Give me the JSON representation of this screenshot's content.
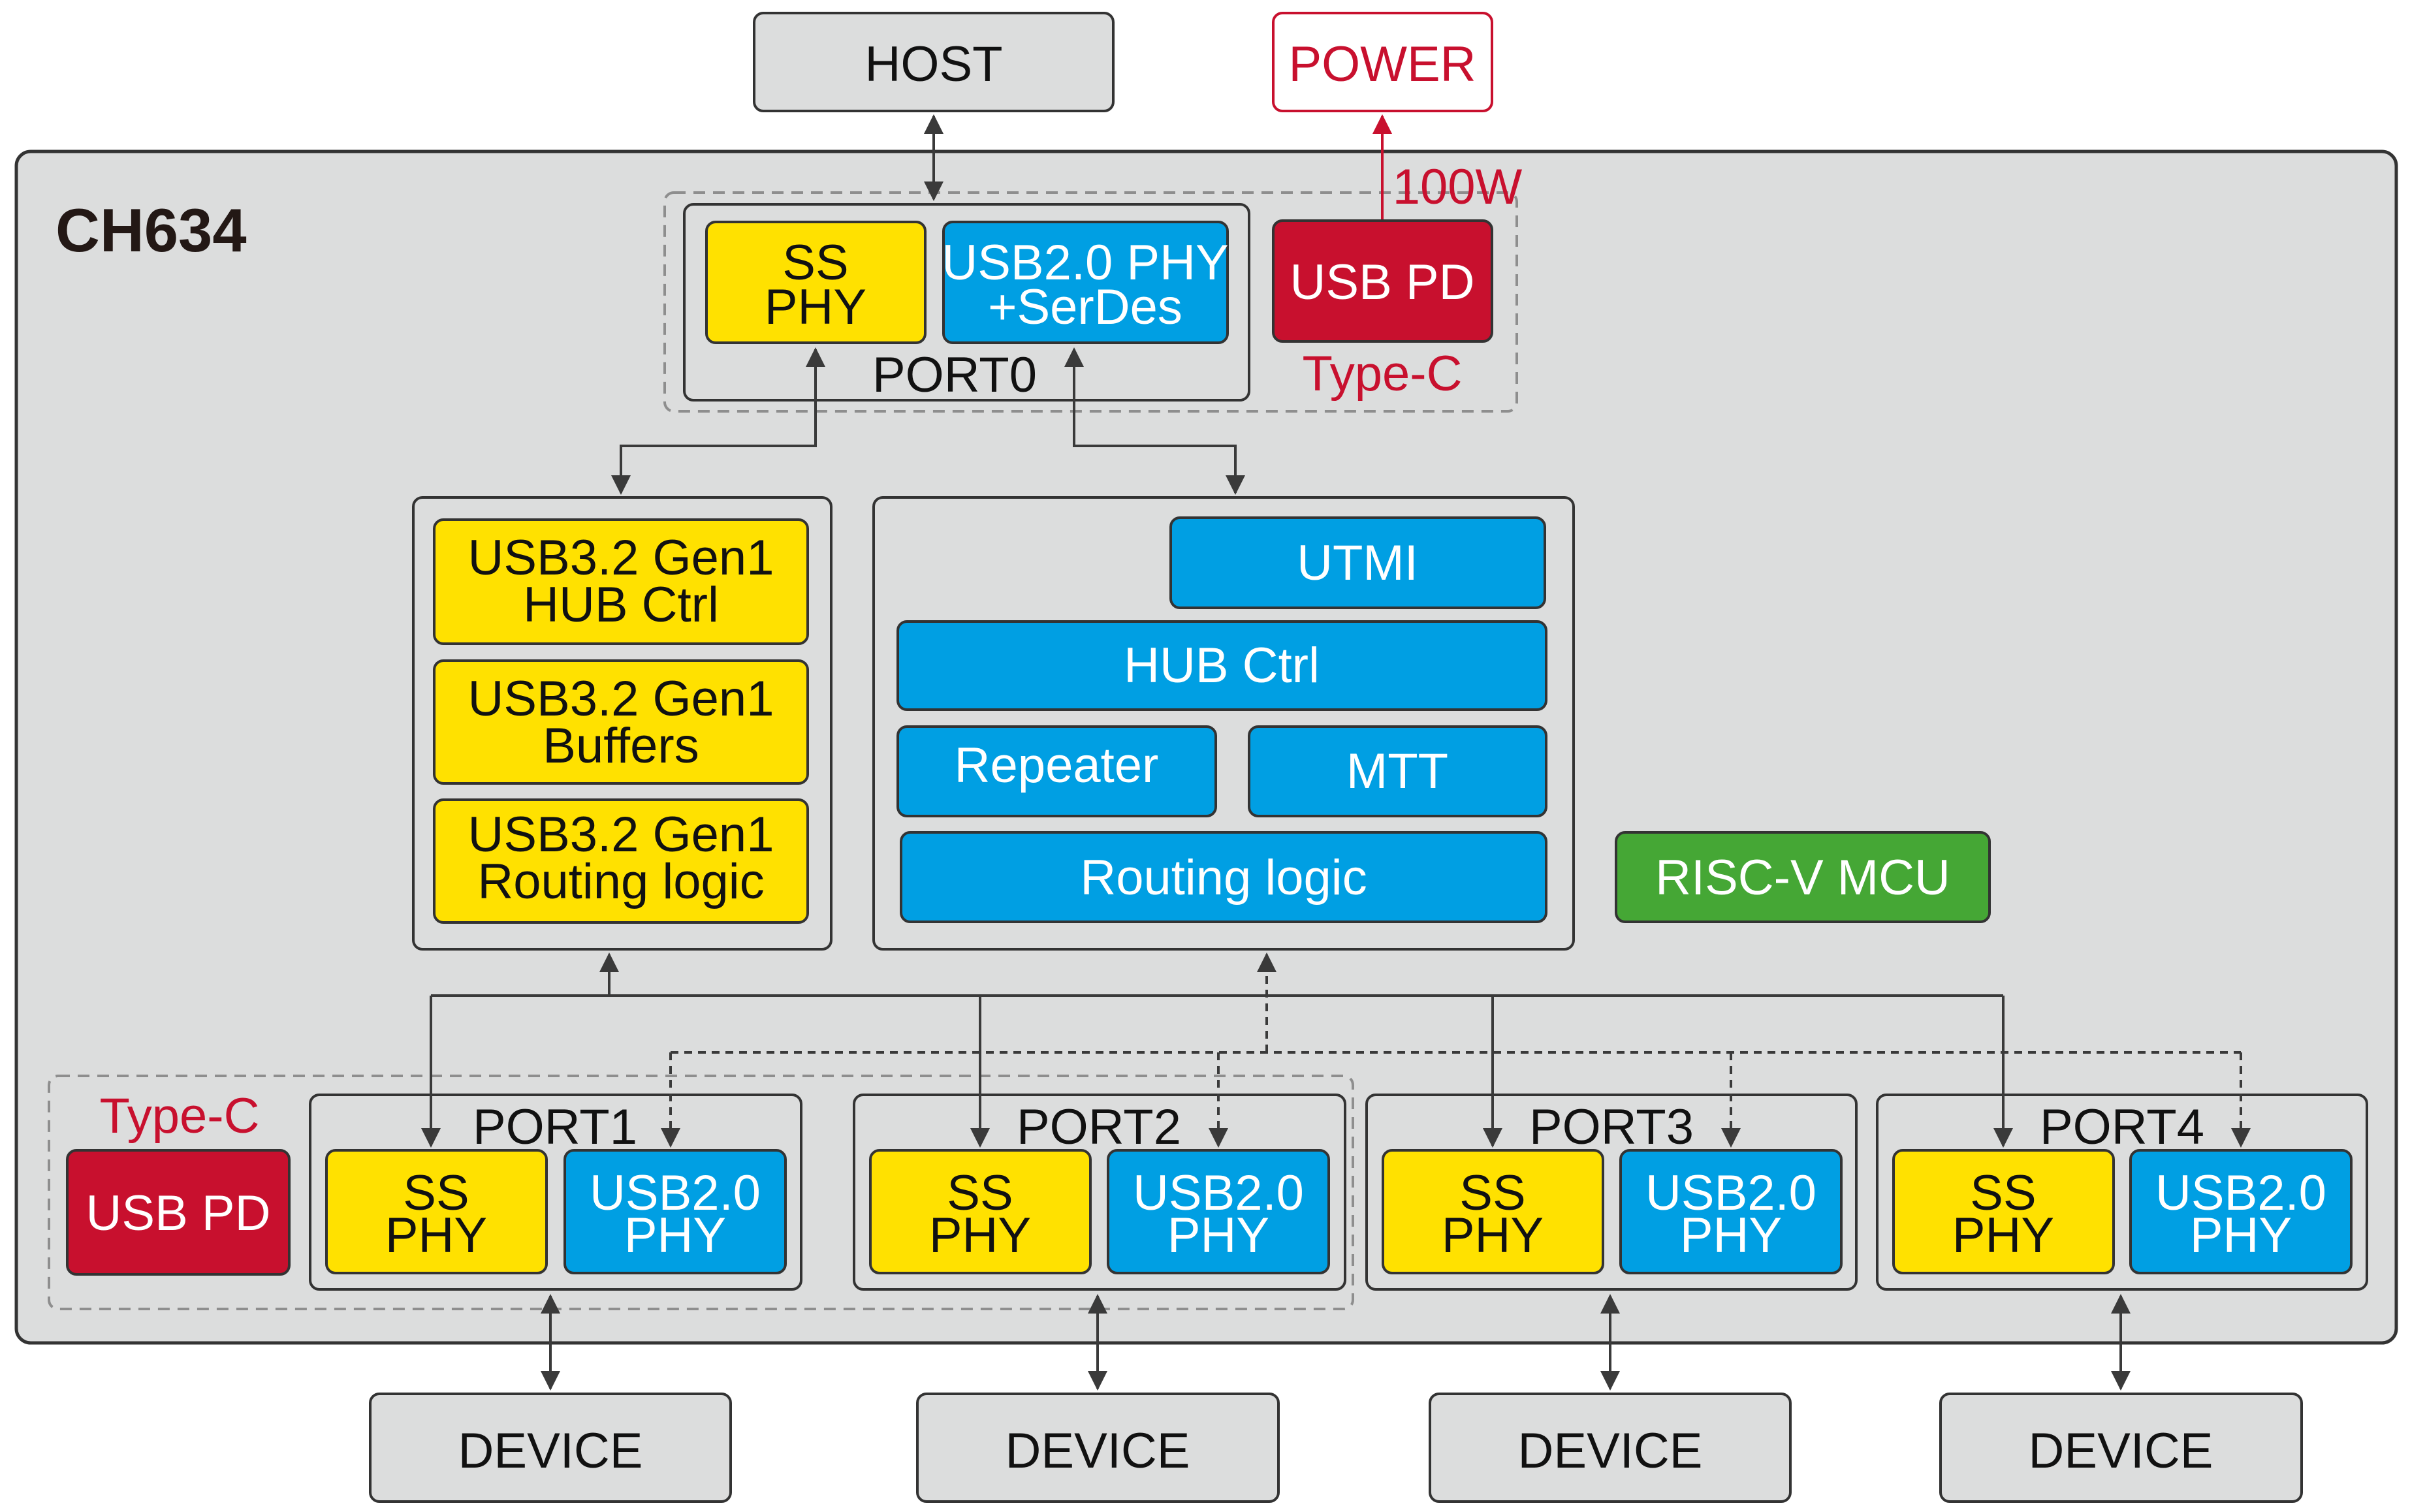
{
  "chip": {
    "name": "CH634"
  },
  "host": {
    "label": "HOST"
  },
  "power": {
    "label": "POWER",
    "rating": "100W"
  },
  "upstream": {
    "port_label": "PORT0",
    "ss_phy": [
      "SS",
      "PHY"
    ],
    "usb2_phy": [
      "USB2.0 PHY",
      "+SerDes"
    ],
    "usb_pd": "USB PD",
    "connector": "Type-C"
  },
  "ss_block": {
    "hub_ctrl": [
      "USB3.2 Gen1",
      "HUB Ctrl"
    ],
    "buffers": [
      "USB3.2 Gen1",
      "Buffers"
    ],
    "routing": [
      "USB3.2 Gen1",
      "Routing logic"
    ]
  },
  "hs_block": {
    "utmi": "UTMI",
    "hub_ctrl": "HUB Ctrl",
    "repeater": "Repeater",
    "mtt": "MTT",
    "routing": "Routing logic"
  },
  "mcu": {
    "label": "RISC-V MCU"
  },
  "downstream": {
    "connector": "Type-C",
    "usb_pd": "USB PD",
    "ports": [
      {
        "label": "PORT1",
        "ss_phy": [
          "SS",
          "PHY"
        ],
        "usb2_phy": [
          "USB2.0",
          "PHY"
        ],
        "device": "DEVICE"
      },
      {
        "label": "PORT2",
        "ss_phy": [
          "SS",
          "PHY"
        ],
        "usb2_phy": [
          "USB2.0",
          "PHY"
        ],
        "device": "DEVICE"
      },
      {
        "label": "PORT3",
        "ss_phy": [
          "SS",
          "PHY"
        ],
        "usb2_phy": [
          "USB2.0",
          "PHY"
        ],
        "device": "DEVICE"
      },
      {
        "label": "PORT4",
        "ss_phy": [
          "SS",
          "PHY"
        ],
        "usb2_phy": [
          "USB2.0",
          "PHY"
        ],
        "device": "DEVICE"
      }
    ]
  },
  "colors": {
    "chip_bg": "#dcdddd",
    "external_bg": "#dcdddd",
    "ss_yellow": "#ffe100",
    "usb2_blue": "#009fe3",
    "pd_red": "#c8102e",
    "mcu_green": "#45a735",
    "accent_red": "#c8102e"
  }
}
